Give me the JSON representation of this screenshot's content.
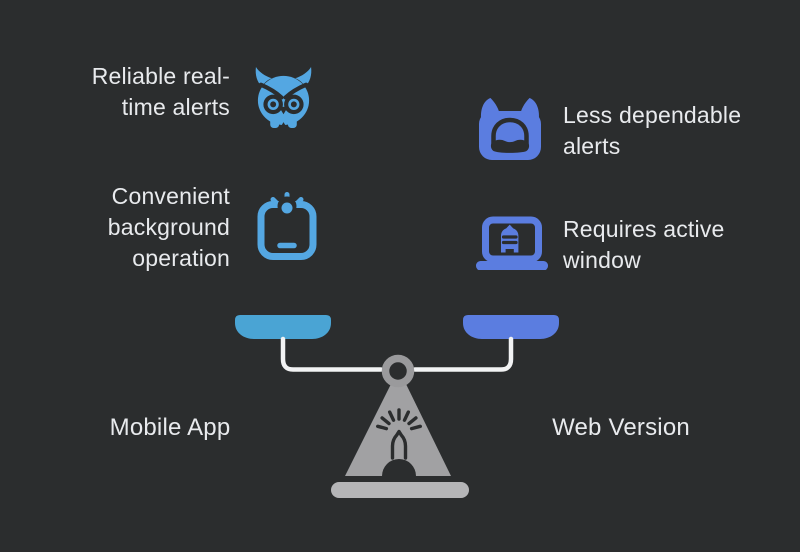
{
  "theme": {
    "background": "#2b2d2e",
    "text_color": "#e8eaed",
    "accent_left": "#54a7e2",
    "accent_right": "#5b7de0",
    "pan_left": "#4aa4d4",
    "pan_right": "#5b7de0",
    "beam": "#f2f3f4",
    "ring": "#9a9a9c",
    "pedestal": "#a1a1a3",
    "base_bar": "#b5b5b7"
  },
  "comparison": {
    "left": {
      "label": "Mobile App",
      "items": [
        {
          "icon": "owl-icon",
          "text": "Reliable real-time alerts"
        },
        {
          "icon": "phone-notification-icon",
          "text": "Convenient background operation"
        }
      ]
    },
    "right": {
      "label": "Web Version",
      "items": [
        {
          "icon": "cat-hood-icon",
          "text": "Less dependable alerts"
        },
        {
          "icon": "laptop-browser-icon",
          "text": "Requires active window"
        }
      ]
    }
  }
}
